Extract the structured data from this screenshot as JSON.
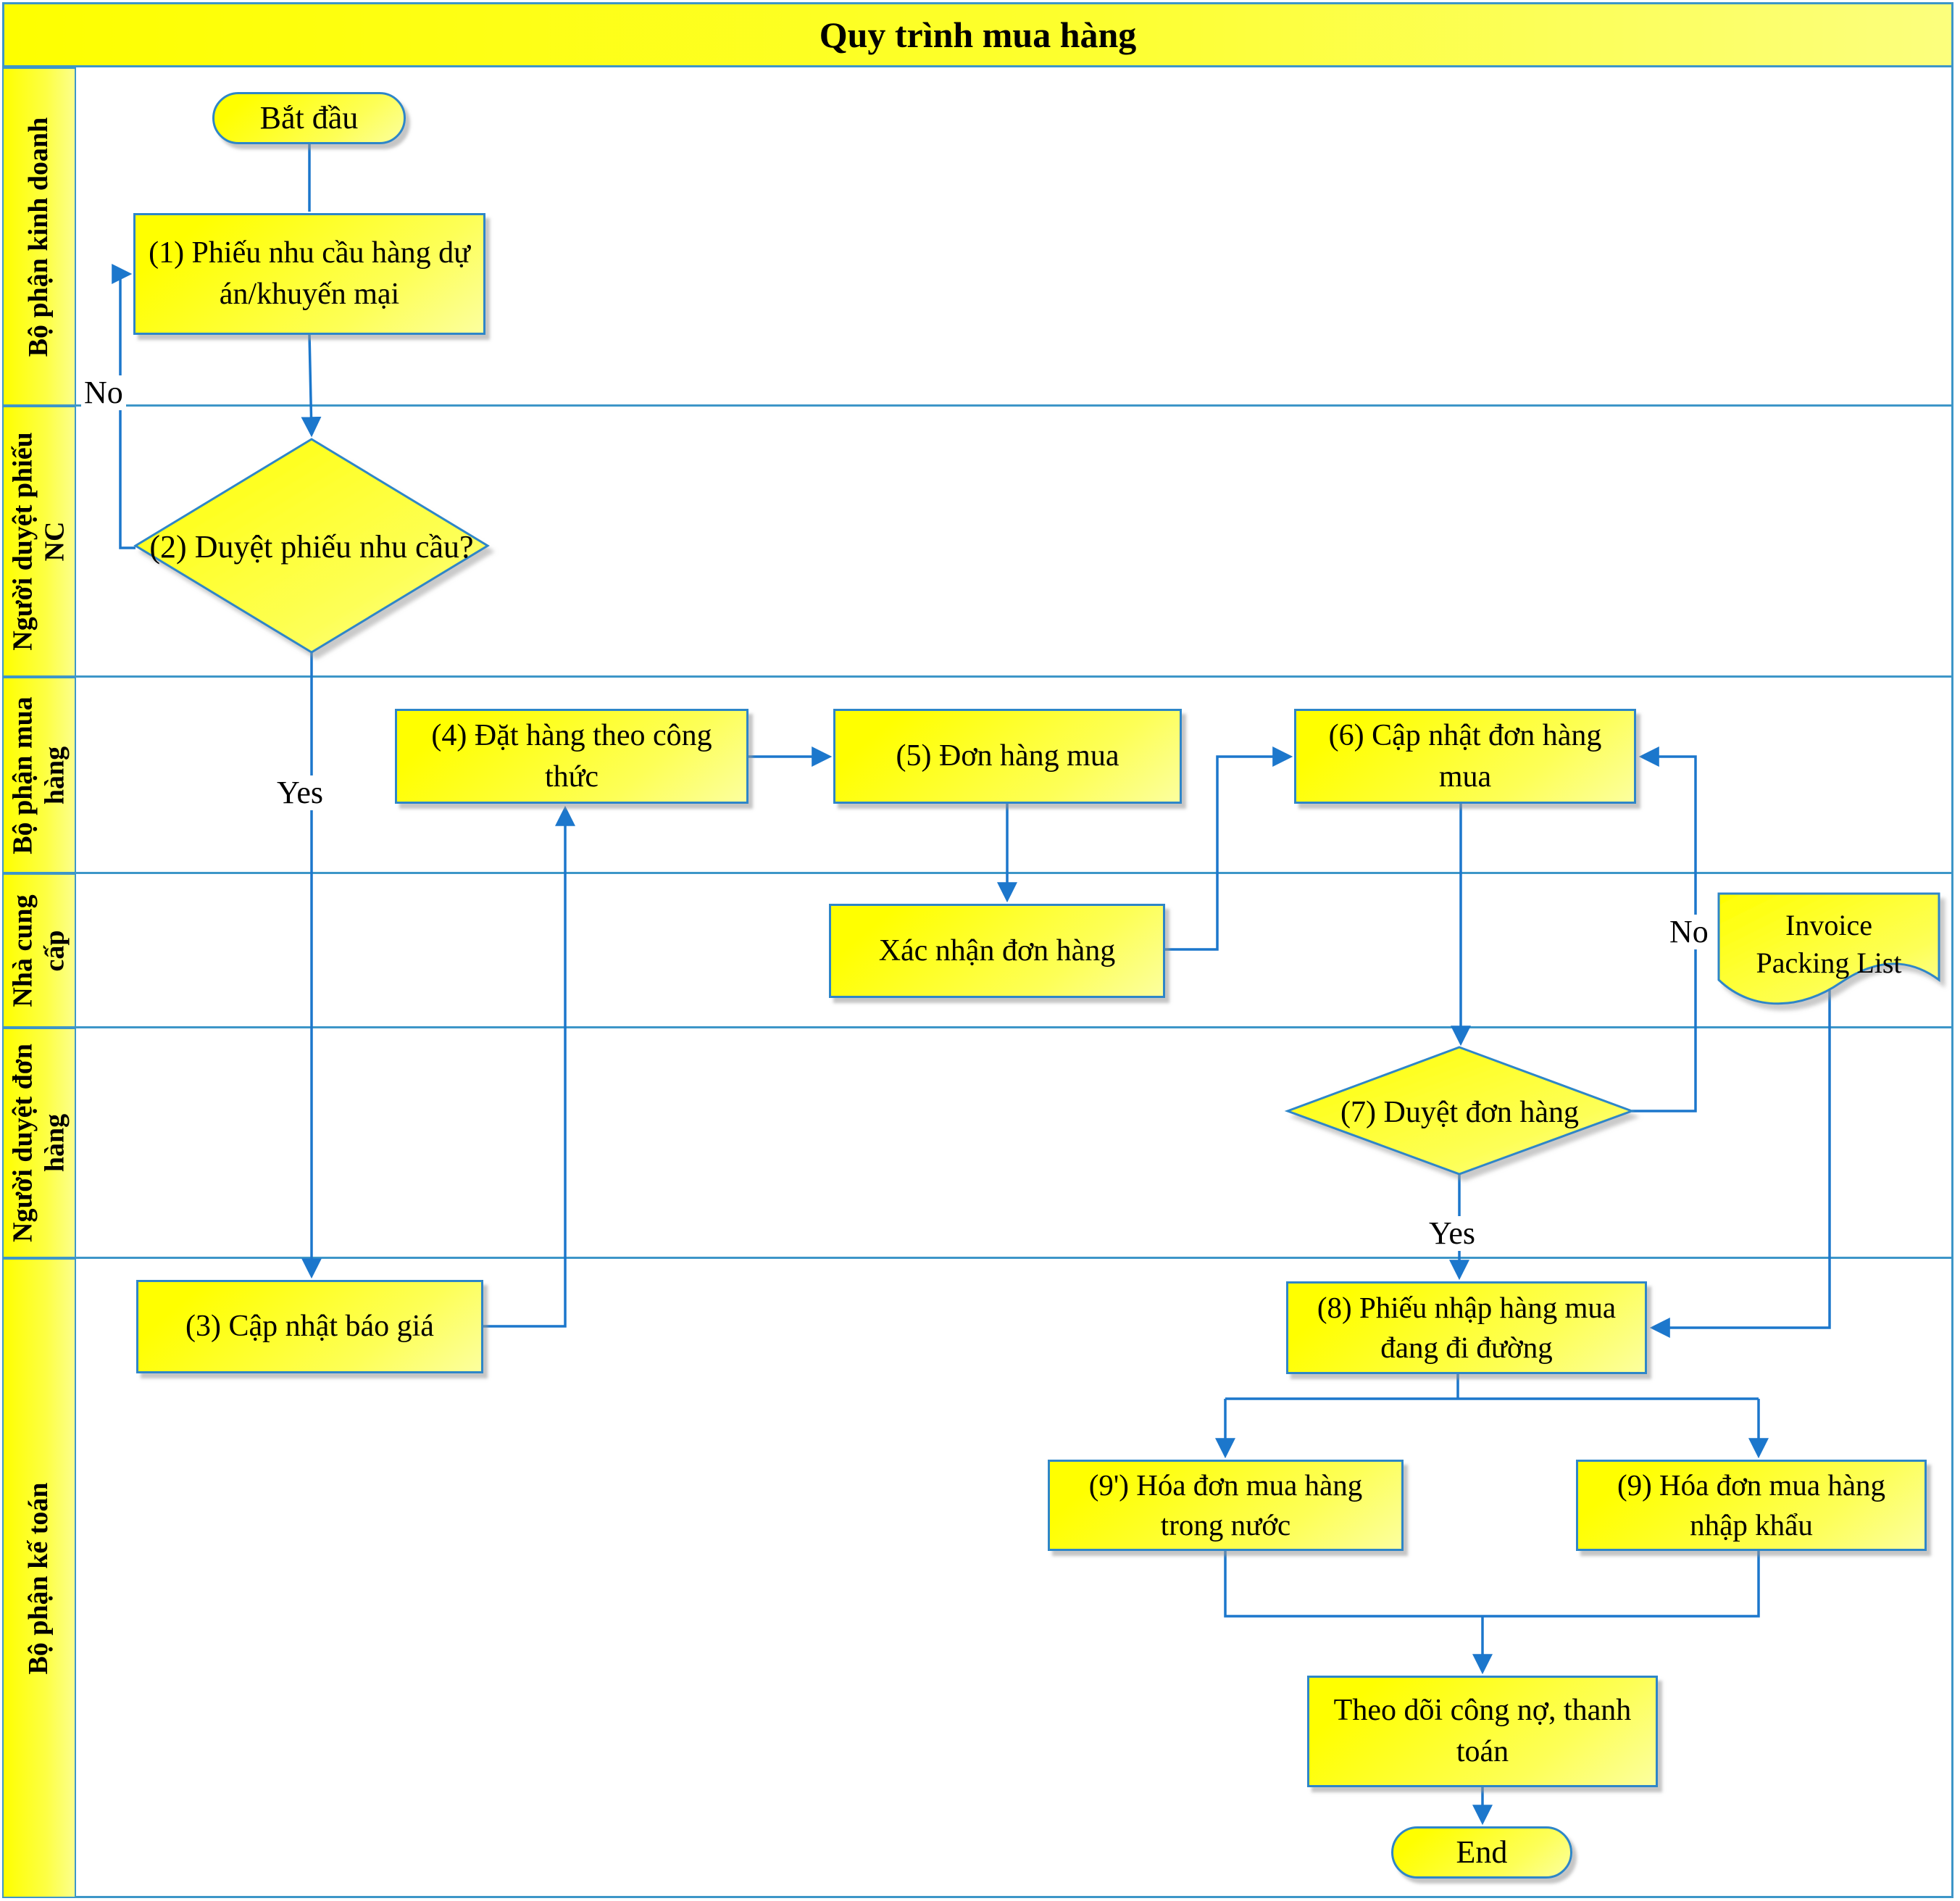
{
  "title": "Quy trình mua hàng",
  "lanes": [
    {
      "label": "Bộ phận kinh doanh"
    },
    {
      "label": "Người duyệt phiếu NC"
    },
    {
      "label": "Bộ phận mua hàng"
    },
    {
      "label": "Nhà cung cấp"
    },
    {
      "label": "Người duyệt đơn hàng"
    },
    {
      "label": "Bộ phận kế toán"
    }
  ],
  "nodes": {
    "start": "Bắt đầu",
    "step1": "(1) Phiếu nhu cầu hàng dự án/khuyến mại",
    "step2": "(2) Duyệt phiếu nhu cầu?",
    "step3": "(3) Cập nhật báo giá",
    "step4": "(4) Đặt hàng theo công thức",
    "step5": "(5) Đơn hàng mua",
    "confirm_order": "Xác nhận đơn hàng",
    "step6": "(6) Cập nhật đơn hàng mua",
    "step7": "(7) Duyệt đơn hàng",
    "invoice_line1": "Invoice",
    "invoice_line2": "Packing List",
    "step8": "(8) Phiếu nhập hàng mua đang đi đường",
    "step9_domestic": "(9') Hóa đơn mua hàng trong nước",
    "step9_import": "(9) Hóa đơn mua hàng nhập khẩu",
    "track_debt": "Theo dõi công nợ, thanh toán",
    "end": "End"
  },
  "edge_labels": {
    "need_no": "No",
    "need_yes": "Yes",
    "order_no": "No",
    "order_yes": "Yes"
  },
  "colors": {
    "shape_fill": "#ffff00",
    "connector_blue": "#1c77cc",
    "frame_blue": "#3d96c8",
    "text": "#000000"
  }
}
